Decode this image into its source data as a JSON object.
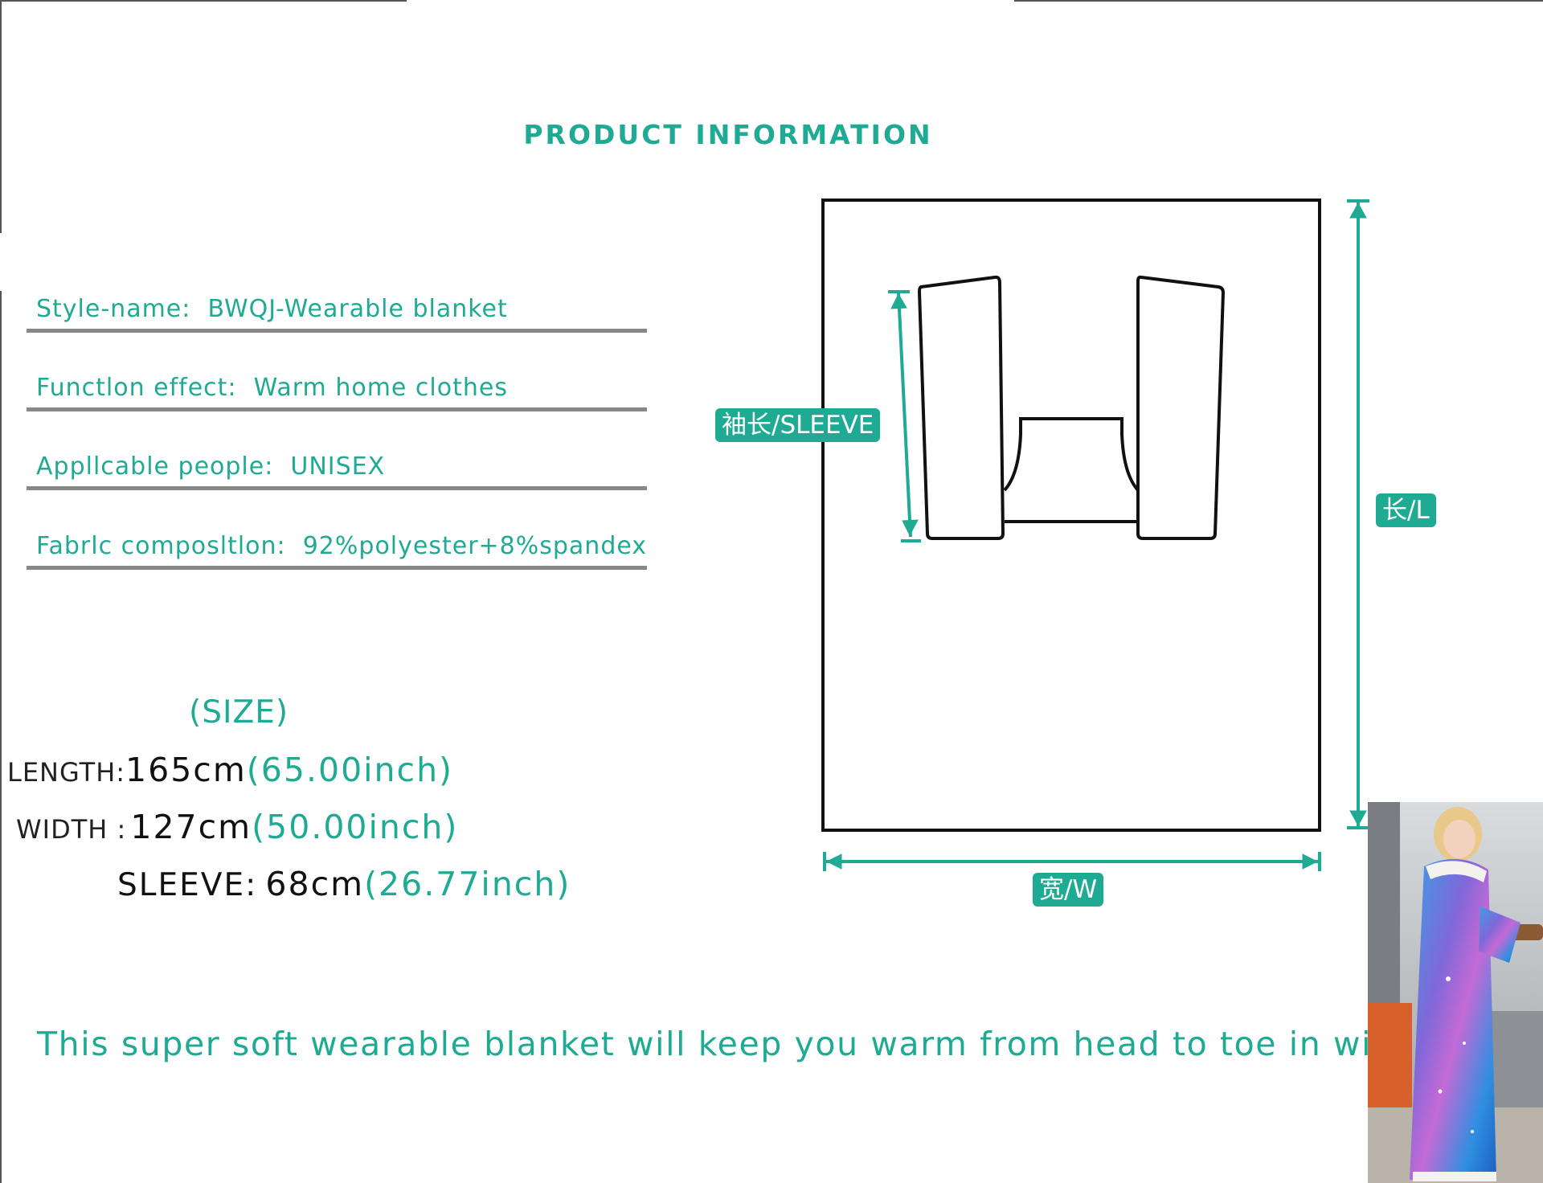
{
  "title": "PRODUCT INFORMATION",
  "info": [
    {
      "label": "Style-name:",
      "value": "BWQJ-Wearable blanket"
    },
    {
      "label": "Functlon effect:",
      "value": "Warm home clothes"
    },
    {
      "label": "Appllcable people:",
      "value": "UNISEX"
    },
    {
      "label": "Fabrlc composltlon:",
      "value": "92%polyester+8%spandex"
    }
  ],
  "size": {
    "title": "(SIZE)",
    "length": {
      "label": "LENGTH:",
      "cm": "165cm",
      "inch": "(65.00inch)"
    },
    "width": {
      "label": "WIDTH :",
      "cm": "127cm",
      "inch": "(50.00inch)"
    },
    "sleeve": {
      "label": "SLEEVE:",
      "cm": "68cm",
      "inch": "(26.77inch)"
    }
  },
  "diagram": {
    "sleeve_badge": "袖长/SLEEVE",
    "length_badge": "长/L",
    "width_badge": "宽/W"
  },
  "tagline": "This super soft wearable blanket will keep you warm from head to toe in winter.",
  "colors": {
    "accent": "#1fab93",
    "text": "#111111",
    "rule": "#888888"
  },
  "photo": {
    "icon": "person-wearing-galaxy-blanket-photo"
  }
}
